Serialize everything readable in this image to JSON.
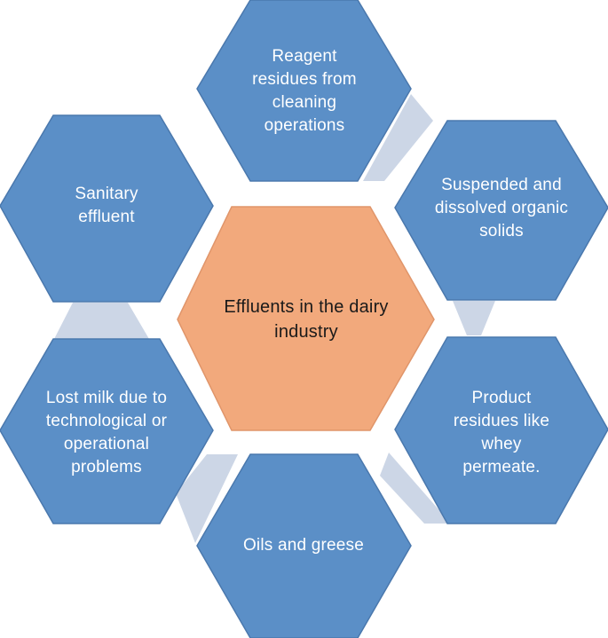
{
  "colors": {
    "outer_fill": "#5b8fc7",
    "outer_stroke": "#4a78ad",
    "center_fill": "#f2a97c",
    "center_stroke": "#e0956a",
    "connector": "#ccd6e6",
    "label_outer": "#ffffff",
    "label_center": "#1a1a1a"
  },
  "center": {
    "label": "Effluents in the dairy industry"
  },
  "nodes": [
    {
      "id": "reagent",
      "label": "Reagent residues from cleaning operations"
    },
    {
      "id": "suspended",
      "label": "Suspended and dissolved organic solids"
    },
    {
      "id": "product",
      "label": "Product residues like whey permeate."
    },
    {
      "id": "oils",
      "label": "Oils and greese"
    },
    {
      "id": "lost-milk",
      "label": "Lost milk due to technological or operational problems"
    },
    {
      "id": "sanitary",
      "label": "Sanitary effluent"
    }
  ]
}
